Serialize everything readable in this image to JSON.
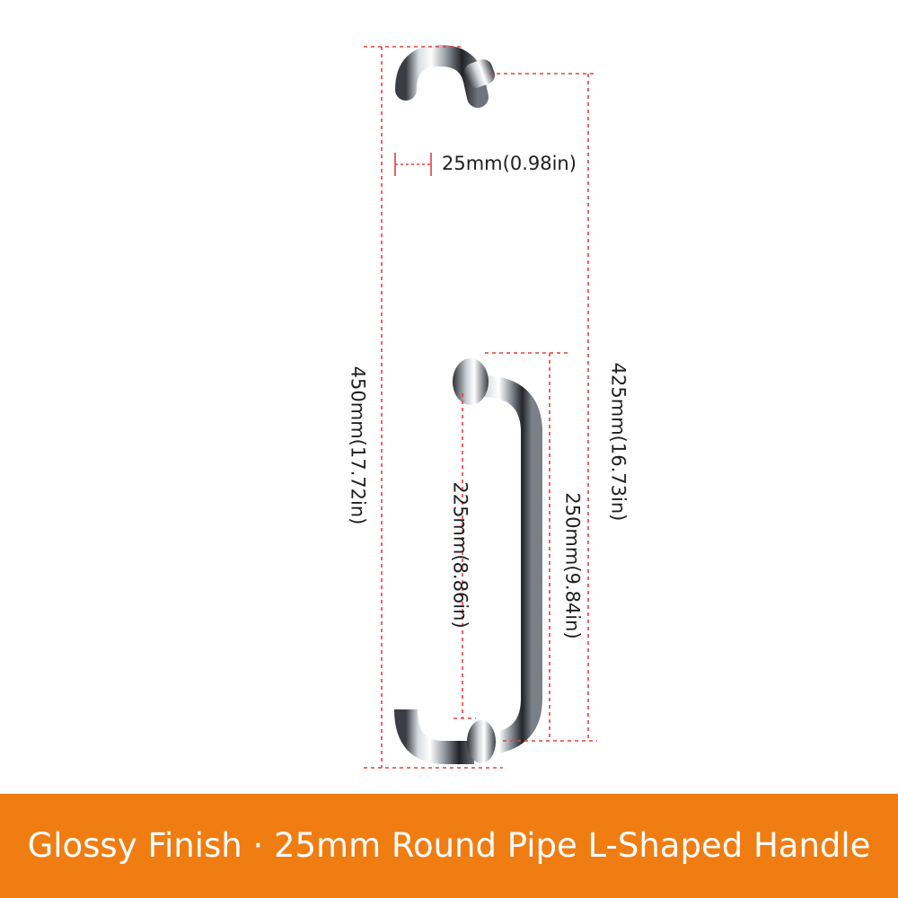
{
  "product": {
    "image_alt": "handle-photo",
    "colors": {
      "dimension_line": "#e0413f",
      "banner_background": "#f07d12",
      "banner_text": "#ffffff",
      "metal_light": "#f4f5f7",
      "metal_dark": "#2b2e33"
    }
  },
  "dimensions": {
    "pipe_diameter": "25mm(0.98in)",
    "total_length": "450mm(17.72in)",
    "outer_span": "425mm(16.73in)",
    "inner_span": "225mm(8.86in)",
    "short_length": "250mm(9.84in)"
  },
  "banner": {
    "text": "Glossy Finish · 25mm Round Pipe L-Shaped Handle"
  }
}
